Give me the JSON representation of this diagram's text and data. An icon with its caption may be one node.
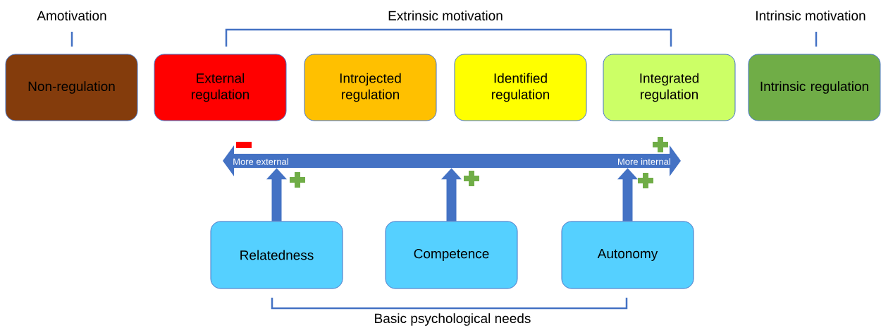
{
  "diagram": {
    "nodes": [
      {
        "text": [
          "Non-regulation"
        ]
      },
      {
        "text": [
          "External regulation"
        ]
      },
      {
        "text": [
          "Introjected regulation"
        ]
      },
      {
        "text": [
          "Identified regulation"
        ]
      },
      {
        "text": [
          "Integrated regulation"
        ]
      },
      {
        "text": [
          "Intrinsic regulation"
        ]
      },
      {
        "text": [
          "Relatedness"
        ]
      },
      {
        "text": [
          "Competence"
        ]
      },
      {
        "text": [
          "Autonomy"
        ]
      },
      {
        "text": [
          "More external",
          "More internal"
        ]
      }
    ],
    "edges": [
      {
        "from": 6,
        "to": 9,
        "arrow": "to"
      },
      {
        "from": 7,
        "to": 9,
        "arrow": "to"
      },
      {
        "from": 8,
        "to": 9,
        "arrow": "to"
      }
    ],
    "labels": [
      "Amotivation",
      "Extrinsic motivation",
      "Intrinsic motivation",
      "Basic psychological needs"
    ]
  }
}
